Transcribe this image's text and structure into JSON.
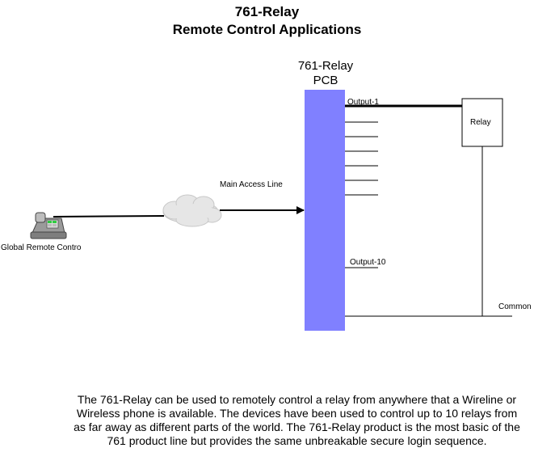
{
  "title": {
    "line1": "761-Relay",
    "line2": "Remote Control Applications"
  },
  "pcb": {
    "label_line1": "761-Relay",
    "label_line2": "PCB"
  },
  "labels": {
    "output_first": "Output-1",
    "output_last": "Output-10",
    "relay": "Relay",
    "common": "Common",
    "main_line": "Main Access Line",
    "phone": "Global Remote Contro"
  },
  "colors": {
    "pcb_fill": "#8080ff",
    "line": "#000000",
    "cloud": "#e6e6e6"
  },
  "icons": {
    "phone": "desk-phone-icon",
    "network": "cloud-icon",
    "relay": "relay-box"
  },
  "description": "The 761-Relay can be used to remotely control a relay from anywhere that a Wireline or Wireless phone is available. The devices have been used to control up to 10 relays from as far away as different parts of the world. The 761-Relay product is the most basic of the 761 product line but provides the same unbreakable secure login sequence."
}
